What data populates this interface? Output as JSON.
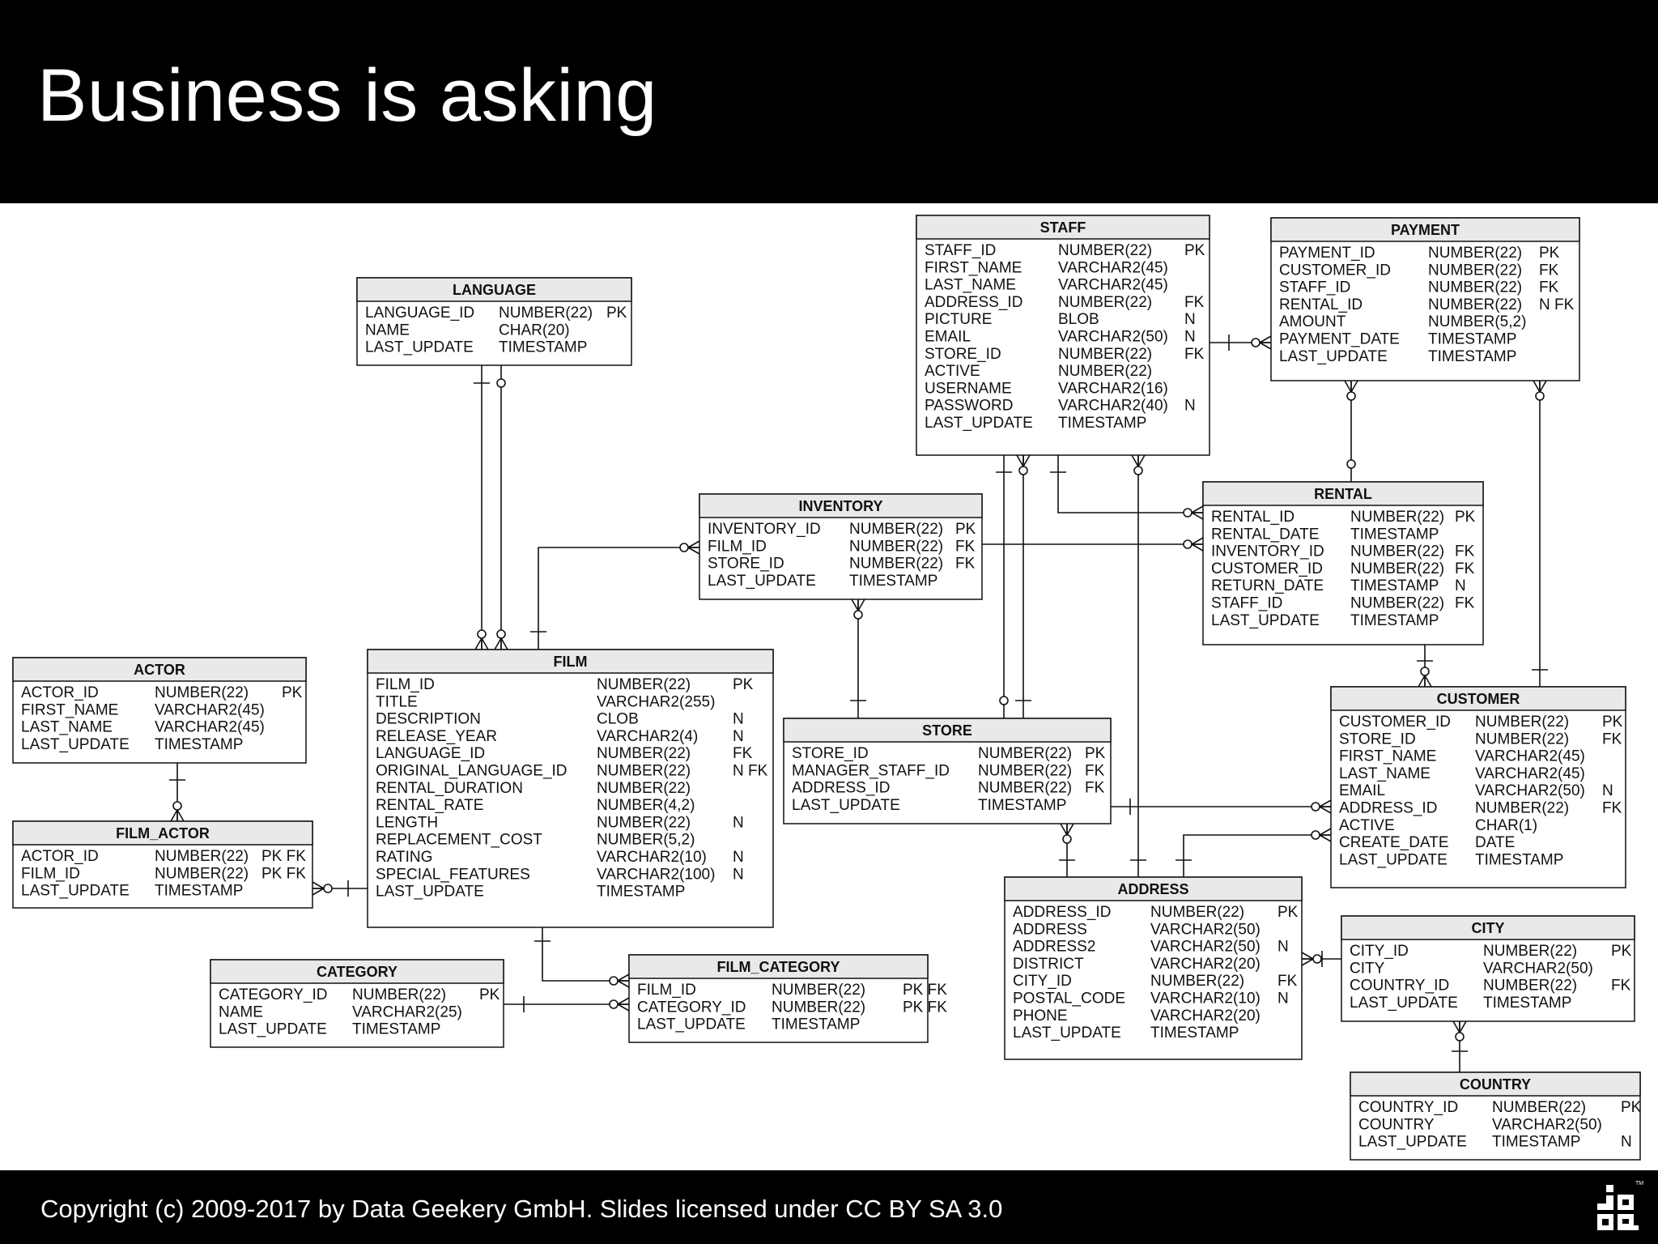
{
  "slide": {
    "title": "Business is asking",
    "footer": "Copyright (c) 2009-2017 by Data Geekery GmbH. Slides licensed under CC BY SA 3.0",
    "logo_letters": "jOOQ",
    "logo_tm": "TM"
  },
  "entities": [
    {
      "name": "STAFF",
      "rows": [
        [
          "STAFF_ID",
          "NUMBER(22)",
          "PK"
        ],
        [
          "FIRST_NAME",
          "VARCHAR2(45)",
          ""
        ],
        [
          "LAST_NAME",
          "VARCHAR2(45)",
          ""
        ],
        [
          "ADDRESS_ID",
          "NUMBER(22)",
          "FK"
        ],
        [
          "PICTURE",
          "BLOB",
          "N"
        ],
        [
          "EMAIL",
          "VARCHAR2(50)",
          "N"
        ],
        [
          "STORE_ID",
          "NUMBER(22)",
          "FK"
        ],
        [
          "ACTIVE",
          "NUMBER(22)",
          ""
        ],
        [
          "USERNAME",
          "VARCHAR2(16)",
          ""
        ],
        [
          "PASSWORD",
          "VARCHAR2(40)",
          "N"
        ],
        [
          "LAST_UPDATE",
          "TIMESTAMP",
          ""
        ]
      ]
    },
    {
      "name": "PAYMENT",
      "rows": [
        [
          "PAYMENT_ID",
          "NUMBER(22)",
          "PK"
        ],
        [
          "CUSTOMER_ID",
          "NUMBER(22)",
          "FK"
        ],
        [
          "STAFF_ID",
          "NUMBER(22)",
          "FK"
        ],
        [
          "RENTAL_ID",
          "NUMBER(22)",
          "N FK"
        ],
        [
          "AMOUNT",
          "NUMBER(5,2)",
          ""
        ],
        [
          "PAYMENT_DATE",
          "TIMESTAMP",
          ""
        ],
        [
          "LAST_UPDATE",
          "TIMESTAMP",
          ""
        ]
      ]
    },
    {
      "name": "LANGUAGE",
      "rows": [
        [
          "LANGUAGE_ID",
          "NUMBER(22)",
          "PK"
        ],
        [
          "NAME",
          "CHAR(20)",
          ""
        ],
        [
          "LAST_UPDATE",
          "TIMESTAMP",
          ""
        ]
      ]
    },
    {
      "name": "INVENTORY",
      "rows": [
        [
          "INVENTORY_ID",
          "NUMBER(22)",
          "PK"
        ],
        [
          "FILM_ID",
          "NUMBER(22)",
          "FK"
        ],
        [
          "STORE_ID",
          "NUMBER(22)",
          "FK"
        ],
        [
          "LAST_UPDATE",
          "TIMESTAMP",
          ""
        ]
      ]
    },
    {
      "name": "RENTAL",
      "rows": [
        [
          "RENTAL_ID",
          "NUMBER(22)",
          "PK"
        ],
        [
          "RENTAL_DATE",
          "TIMESTAMP",
          ""
        ],
        [
          "INVENTORY_ID",
          "NUMBER(22)",
          "FK"
        ],
        [
          "CUSTOMER_ID",
          "NUMBER(22)",
          "FK"
        ],
        [
          "RETURN_DATE",
          "TIMESTAMP",
          "N"
        ],
        [
          "STAFF_ID",
          "NUMBER(22)",
          "FK"
        ],
        [
          "LAST_UPDATE",
          "TIMESTAMP",
          ""
        ]
      ]
    },
    {
      "name": "ACTOR",
      "rows": [
        [
          "ACTOR_ID",
          "NUMBER(22)",
          "PK"
        ],
        [
          "FIRST_NAME",
          "VARCHAR2(45)",
          ""
        ],
        [
          "LAST_NAME",
          "VARCHAR2(45)",
          ""
        ],
        [
          "LAST_UPDATE",
          "TIMESTAMP",
          ""
        ]
      ]
    },
    {
      "name": "FILM",
      "rows": [
        [
          "FILM_ID",
          "NUMBER(22)",
          "PK"
        ],
        [
          "TITLE",
          "VARCHAR2(255)",
          ""
        ],
        [
          "DESCRIPTION",
          "CLOB",
          "N"
        ],
        [
          "RELEASE_YEAR",
          "VARCHAR2(4)",
          "N"
        ],
        [
          "LANGUAGE_ID",
          "NUMBER(22)",
          "FK"
        ],
        [
          "ORIGINAL_LANGUAGE_ID",
          "NUMBER(22)",
          "N FK"
        ],
        [
          "RENTAL_DURATION",
          "NUMBER(22)",
          ""
        ],
        [
          "RENTAL_RATE",
          "NUMBER(4,2)",
          ""
        ],
        [
          "LENGTH",
          "NUMBER(22)",
          "N"
        ],
        [
          "REPLACEMENT_COST",
          "NUMBER(5,2)",
          ""
        ],
        [
          "RATING",
          "VARCHAR2(10)",
          "N"
        ],
        [
          "SPECIAL_FEATURES",
          "VARCHAR2(100)",
          "N"
        ],
        [
          "LAST_UPDATE",
          "TIMESTAMP",
          ""
        ]
      ]
    },
    {
      "name": "STORE",
      "rows": [
        [
          "STORE_ID",
          "NUMBER(22)",
          "PK"
        ],
        [
          "MANAGER_STAFF_ID",
          "NUMBER(22)",
          "FK"
        ],
        [
          "ADDRESS_ID",
          "NUMBER(22)",
          "FK"
        ],
        [
          "LAST_UPDATE",
          "TIMESTAMP",
          ""
        ]
      ]
    },
    {
      "name": "CUSTOMER",
      "rows": [
        [
          "CUSTOMER_ID",
          "NUMBER(22)",
          "PK"
        ],
        [
          "STORE_ID",
          "NUMBER(22)",
          "FK"
        ],
        [
          "FIRST_NAME",
          "VARCHAR2(45)",
          ""
        ],
        [
          "LAST_NAME",
          "VARCHAR2(45)",
          ""
        ],
        [
          "EMAIL",
          "VARCHAR2(50)",
          "N"
        ],
        [
          "ADDRESS_ID",
          "NUMBER(22)",
          "FK"
        ],
        [
          "ACTIVE",
          "CHAR(1)",
          ""
        ],
        [
          "CREATE_DATE",
          "DATE",
          ""
        ],
        [
          "LAST_UPDATE",
          "TIMESTAMP",
          ""
        ]
      ]
    },
    {
      "name": "FILM_ACTOR",
      "rows": [
        [
          "ACTOR_ID",
          "NUMBER(22)",
          "PK FK"
        ],
        [
          "FILM_ID",
          "NUMBER(22)",
          "PK FK"
        ],
        [
          "LAST_UPDATE",
          "TIMESTAMP",
          ""
        ]
      ]
    },
    {
      "name": "ADDRESS",
      "rows": [
        [
          "ADDRESS_ID",
          "NUMBER(22)",
          "PK"
        ],
        [
          "ADDRESS",
          "VARCHAR2(50)",
          ""
        ],
        [
          "ADDRESS2",
          "VARCHAR2(50)",
          "N"
        ],
        [
          "DISTRICT",
          "VARCHAR2(20)",
          ""
        ],
        [
          "CITY_ID",
          "NUMBER(22)",
          "FK"
        ],
        [
          "POSTAL_CODE",
          "VARCHAR2(10)",
          "N"
        ],
        [
          "PHONE",
          "VARCHAR2(20)",
          ""
        ],
        [
          "LAST_UPDATE",
          "TIMESTAMP",
          ""
        ]
      ]
    },
    {
      "name": "CITY",
      "rows": [
        [
          "CITY_ID",
          "NUMBER(22)",
          "PK"
        ],
        [
          "CITY",
          "VARCHAR2(50)",
          ""
        ],
        [
          "COUNTRY_ID",
          "NUMBER(22)",
          "FK"
        ],
        [
          "LAST_UPDATE",
          "TIMESTAMP",
          ""
        ]
      ]
    },
    {
      "name": "CATEGORY",
      "rows": [
        [
          "CATEGORY_ID",
          "NUMBER(22)",
          "PK"
        ],
        [
          "NAME",
          "VARCHAR2(25)",
          ""
        ],
        [
          "LAST_UPDATE",
          "TIMESTAMP",
          ""
        ]
      ]
    },
    {
      "name": "FILM_CATEGORY",
      "rows": [
        [
          "FILM_ID",
          "NUMBER(22)",
          "PK FK"
        ],
        [
          "CATEGORY_ID",
          "NUMBER(22)",
          "PK FK"
        ],
        [
          "LAST_UPDATE",
          "TIMESTAMP",
          ""
        ]
      ]
    },
    {
      "name": "COUNTRY",
      "rows": [
        [
          "COUNTRY_ID",
          "NUMBER(22)",
          "PK"
        ],
        [
          "COUNTRY",
          "VARCHAR2(50)",
          ""
        ],
        [
          "LAST_UPDATE",
          "TIMESTAMP",
          "N"
        ]
      ]
    }
  ]
}
